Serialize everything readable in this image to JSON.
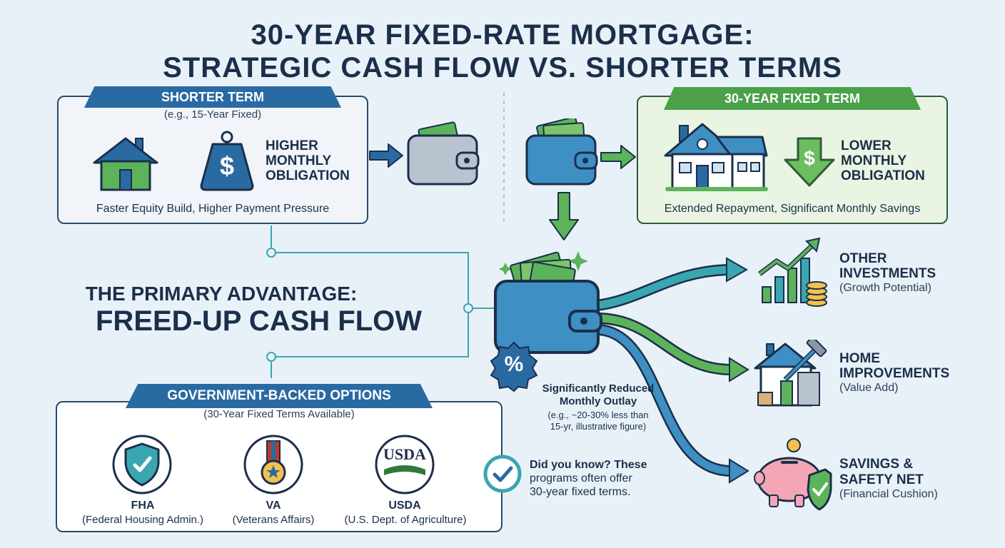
{
  "title": {
    "line1": "30-YEAR FIXED-RATE MORTGAGE:",
    "line2": "STRATEGIC CASH FLOW VS. SHORTER TERMS"
  },
  "shorter": {
    "banner": "SHORTER TERM",
    "subtitle": "(e.g., 15-Year Fixed)",
    "obligation_1": "HIGHER",
    "obligation_2": "MONTHLY",
    "obligation_3": "OBLIGATION",
    "caption": "Faster Equity Build, Higher Payment Pressure"
  },
  "thirty": {
    "banner": "30-YEAR FIXED TERM",
    "obligation_1": "LOWER",
    "obligation_2": "MONTHLY",
    "obligation_3": "OBLIGATION",
    "caption": "Extended Repayment, Significant Monthly Savings"
  },
  "advantage": {
    "line1": "THE PRIMARY ADVANTAGE:",
    "line2": "FREED-UP CASH FLOW"
  },
  "outlay": {
    "line1": "Significantly Reduced",
    "line2": "Monthly Outlay",
    "note1": "(e.g., ~20-30% less than",
    "note2": "15-yr, illustrative figure)",
    "percent_symbol": "%"
  },
  "uses": [
    {
      "title1": "OTHER",
      "title2": "INVESTMENTS",
      "sub": "(Growth Potential)"
    },
    {
      "title1": "HOME",
      "title2": "IMPROVEMENTS",
      "sub": "(Value Add)"
    },
    {
      "title1": "SAVINGS &",
      "title2": "SAFETY NET",
      "sub": "(Financial Cushion)"
    }
  ],
  "gov": {
    "banner": "GOVERNMENT-BACKED OPTIONS",
    "subtitle": "(30-Year Fixed Terms Available)",
    "agencies": [
      {
        "name": "FHA",
        "full": "(Federal Housing Admin.)"
      },
      {
        "name": "VA",
        "full": "(Veterans Affairs)"
      },
      {
        "name": "USDA",
        "full": "(U.S. Dept. of Agriculture)",
        "logo_text": "USDA"
      }
    ]
  },
  "did_you_know": {
    "line1": "Did you know? These",
    "line2": "programs often offer",
    "line3": "30-year fixed terms."
  },
  "currency_symbol": "$",
  "colors": {
    "navy": "#1b2f4a",
    "blue": "#2a6aa3",
    "green": "#4aa14a",
    "light_green": "#7cc46b",
    "teal": "#3aa6b0",
    "background": "#e9f1f8"
  }
}
